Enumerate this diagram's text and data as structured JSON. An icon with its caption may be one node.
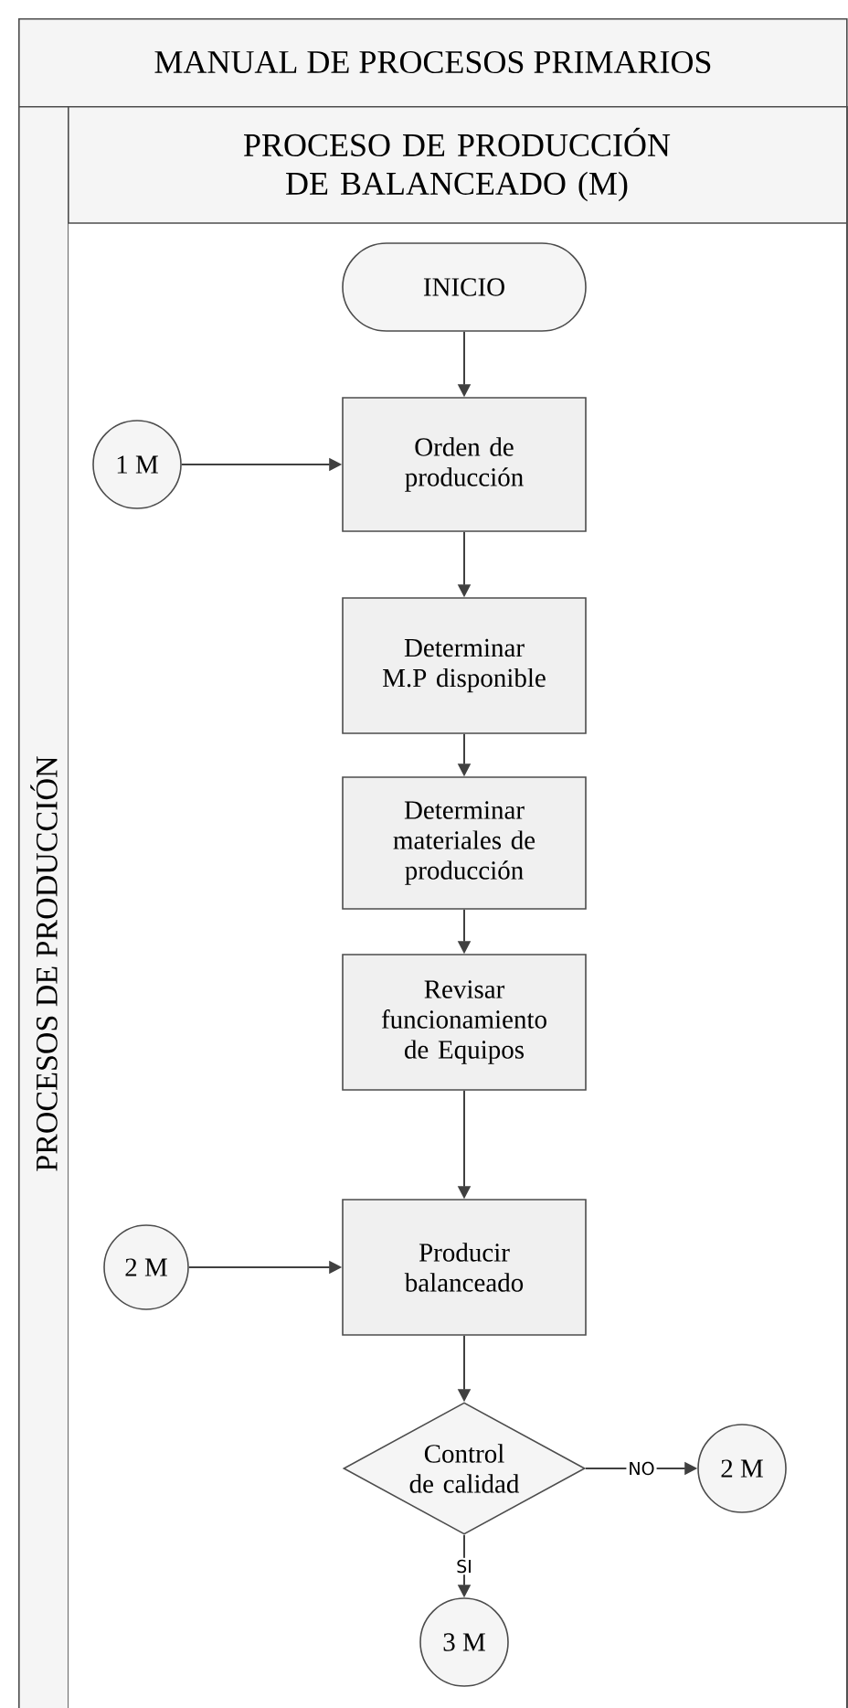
{
  "diagram": {
    "nodes": [
      {
        "text": [
          "MANUAL DE PROCESOS PRIMARIOS"
        ]
      },
      {
        "text": [
          "PROCESOS DE PRODUCCIÓN"
        ],
        "in": 0
      },
      {
        "text": [
          "PROCESO DE PRODUCCIÓN DE BALANCEADO (M)"
        ],
        "in": 1
      },
      {
        "text": [
          "INICIO"
        ],
        "in": 2
      },
      {
        "text": [
          "1 M"
        ],
        "in": 2
      },
      {
        "text": [
          "Orden de producción"
        ],
        "in": 2
      },
      {
        "text": [
          "Determinar M.P disponible"
        ],
        "in": 2
      },
      {
        "text": [
          "Determinar materiales de producción"
        ],
        "in": 2
      },
      {
        "text": [
          "Revisar funcionamiento de Equipos"
        ],
        "in": 2
      },
      {
        "text": [
          "2 M"
        ],
        "in": 2
      },
      {
        "text": [
          "Producir balanceado"
        ],
        "in": 2
      },
      {
        "text": [
          "Control de calidad"
        ],
        "in": 2
      },
      {
        "text": [
          "2 M"
        ],
        "in": 2
      },
      {
        "text": [
          "3 M"
        ],
        "in": 2
      }
    ],
    "edges": [
      {
        "from": 3,
        "to": 5,
        "arrow": "to"
      },
      {
        "from": 4,
        "to": 5,
        "arrow": "to"
      },
      {
        "from": 5,
        "to": 6,
        "arrow": "to"
      },
      {
        "from": 6,
        "to": 7,
        "arrow": "to"
      },
      {
        "from": 7,
        "to": 8,
        "arrow": "to"
      },
      {
        "from": 8,
        "to": 10,
        "arrow": "to"
      },
      {
        "from": 9,
        "to": 10,
        "arrow": "to"
      },
      {
        "from": 10,
        "to": 11,
        "arrow": "to"
      },
      {
        "from": 11,
        "to": 12,
        "arrow": "to",
        "label": "NO"
      },
      {
        "from": 11,
        "to": 13,
        "arrow": "to",
        "label": "SI"
      }
    ]
  }
}
